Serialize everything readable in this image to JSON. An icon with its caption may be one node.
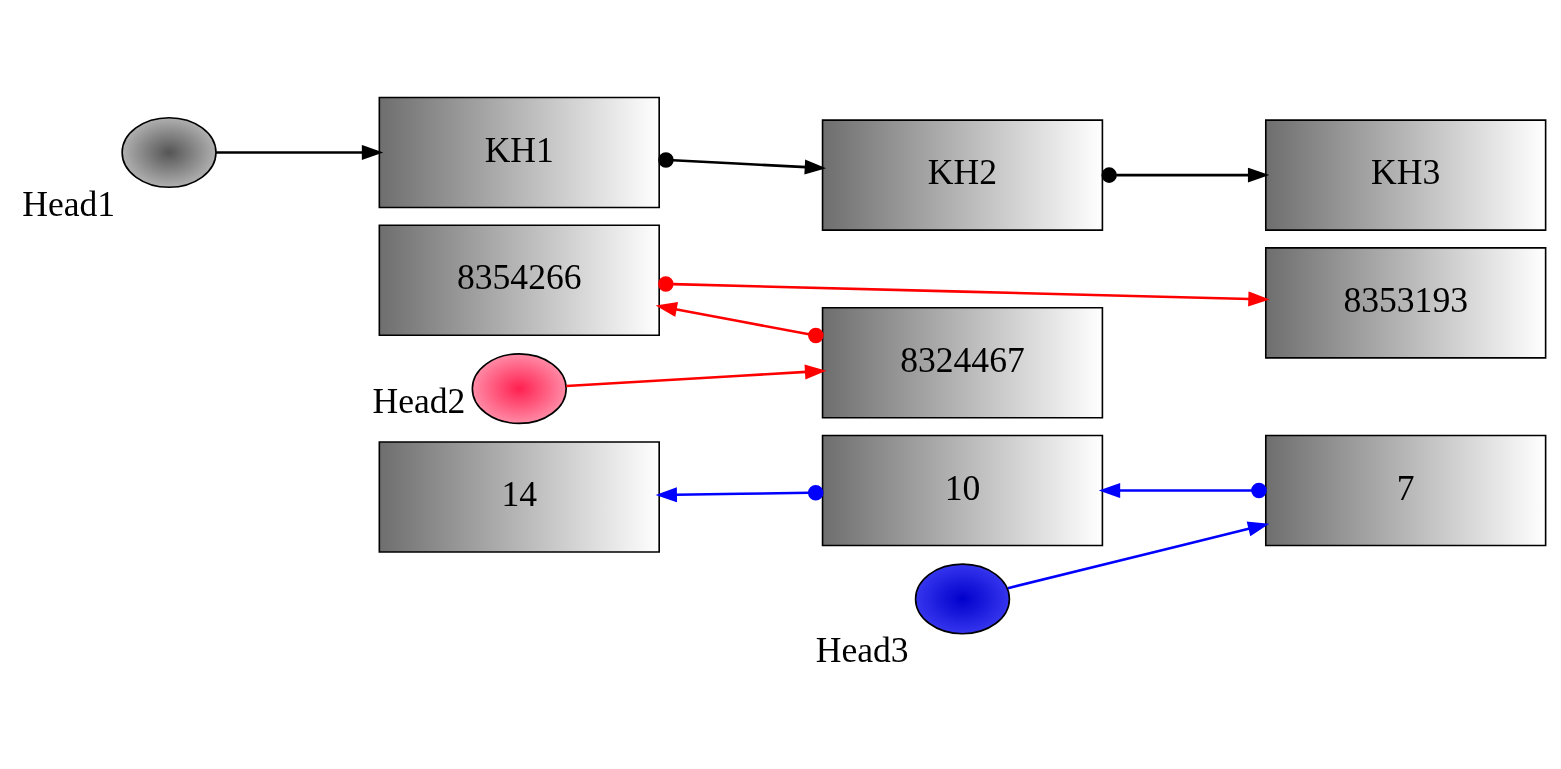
{
  "diagram": {
    "nodes": [
      {
        "text": [
          "Head1"
        ]
      },
      {
        "text": [
          "Head2"
        ]
      },
      {
        "text": [
          "KH1"
        ]
      },
      {
        "text": [
          "8354266"
        ]
      },
      {
        "text": [
          "14"
        ]
      },
      {
        "text": [
          "KH2"
        ]
      },
      {
        "text": [
          "8324467"
        ]
      },
      {
        "text": [
          "10"
        ]
      },
      {
        "text": [
          "KH3"
        ]
      },
      {
        "text": [
          "8353193"
        ]
      },
      {
        "text": [
          "7"
        ]
      },
      {
        "text": [
          "Head3"
        ]
      }
    ],
    "edges": [
      {
        "from": 0,
        "to": 2,
        "arrow": "to",
        "color": "#000000"
      },
      {
        "from": 2,
        "to": 5,
        "arrow": "to",
        "color": "#000000"
      },
      {
        "from": 5,
        "to": 8,
        "arrow": "to",
        "color": "#000000"
      },
      {
        "from": 1,
        "to": 6,
        "arrow": "to",
        "color": "#ff0000"
      },
      {
        "from": 3,
        "to": 9,
        "arrow": "to",
        "color": "#ff0000"
      },
      {
        "from": 6,
        "to": 3,
        "arrow": "to",
        "color": "#ff0000"
      },
      {
        "from": 11,
        "to": 10,
        "arrow": "to",
        "color": "#0000ff"
      },
      {
        "from": 10,
        "to": 7,
        "arrow": "to",
        "color": "#0000ff"
      },
      {
        "from": 7,
        "to": 4,
        "arrow": "to",
        "color": "#0000ff"
      }
    ]
  }
}
